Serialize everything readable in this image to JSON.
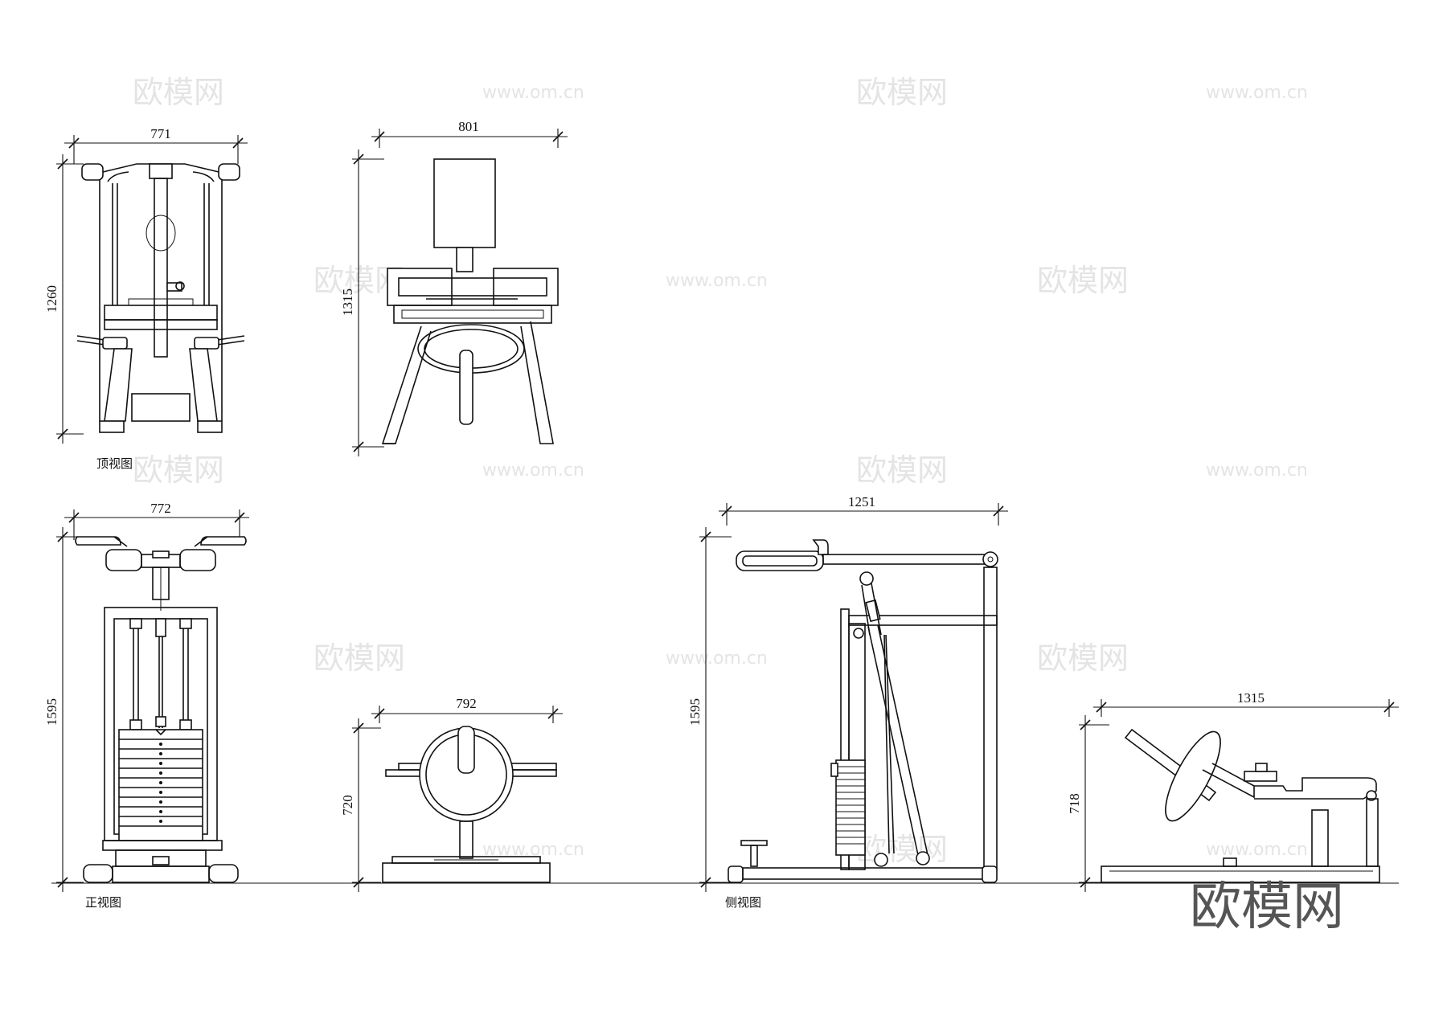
{
  "views": {
    "top": {
      "caption": "顶视图",
      "dim_w": "771",
      "dim_h": "1260"
    },
    "top2": {
      "dim_w": "801",
      "dim_h": "1315"
    },
    "front": {
      "caption": "正视图",
      "dim_w": "772",
      "dim_h": "1595"
    },
    "front2": {
      "dim_w": "792",
      "dim_h": "720"
    },
    "side": {
      "caption": "侧视图",
      "dim_w": "1251",
      "dim_h": "1595"
    },
    "side2": {
      "dim_w": "1315",
      "dim_h": "718"
    }
  },
  "watermarks": {
    "brand_cn": "欧模网",
    "site": "www.om.cn",
    "corner_logo": "欧模网"
  }
}
